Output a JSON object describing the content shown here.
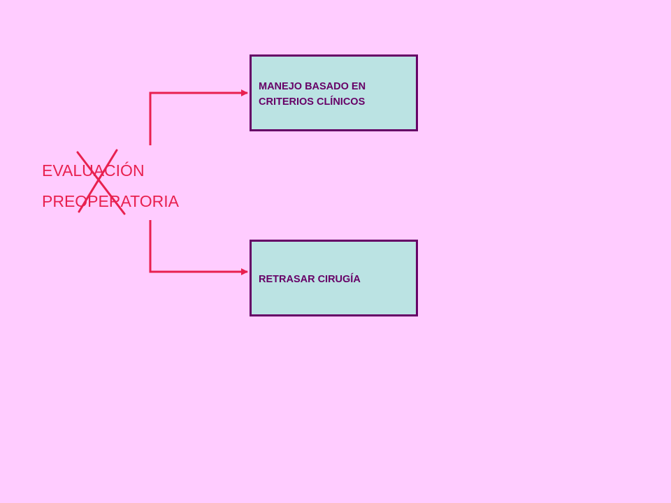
{
  "source": {
    "lines": [
      "EVALUACIÓN",
      "PREOPERATORIA"
    ],
    "crossed_out": true
  },
  "targets": [
    {
      "lines": [
        "MANEJO BASADO EN",
        "CRITERIOS CLÍNICOS"
      ]
    },
    {
      "lines": [
        "RETRASAR CIRUGÍA"
      ]
    }
  ],
  "colors": {
    "background": "#ffccff",
    "arrow": "#e8204f",
    "box_fill": "#bbe3e3",
    "box_border": "#660066",
    "box_text": "#660066",
    "source_text": "#e8204f"
  }
}
